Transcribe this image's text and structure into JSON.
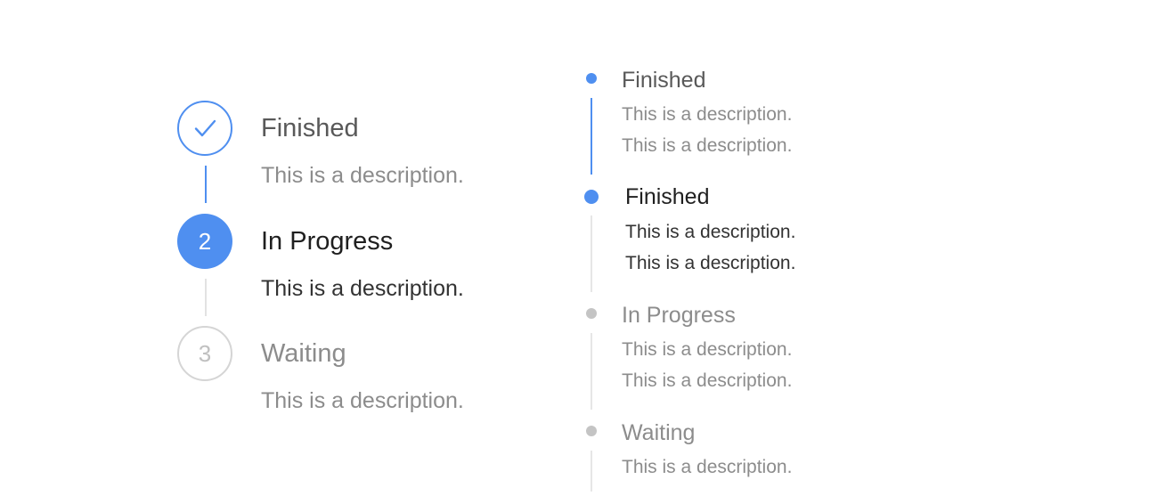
{
  "steps": {
    "items": [
      {
        "status": "finish",
        "icon": "check-icon",
        "title": "Finished",
        "description": "This is a description."
      },
      {
        "status": "process",
        "number": "2",
        "title": "In Progress",
        "description": "This is a description."
      },
      {
        "status": "wait",
        "number": "3",
        "title": "Waiting",
        "description": "This is a description."
      }
    ]
  },
  "timeline": {
    "items": [
      {
        "status": "finish",
        "title": "Finished",
        "descriptions": [
          "This is a description.",
          "This is a description."
        ]
      },
      {
        "status": "process",
        "title": "Finished",
        "descriptions": [
          "This is a description.",
          "This is a description."
        ]
      },
      {
        "status": "wait",
        "title": "In Progress",
        "descriptions": [
          "This is a description.",
          "This is a description."
        ]
      },
      {
        "status": "wait",
        "title": "Waiting",
        "descriptions": [
          "This is a description."
        ]
      }
    ]
  },
  "colors": {
    "primary": "#4f8ff0",
    "wait_border": "#d5d5d5",
    "wait_dot": "#c4c4c4",
    "text_dark": "#1f1f1f",
    "text_title": "#595959",
    "text_muted": "#8c8c8c"
  }
}
